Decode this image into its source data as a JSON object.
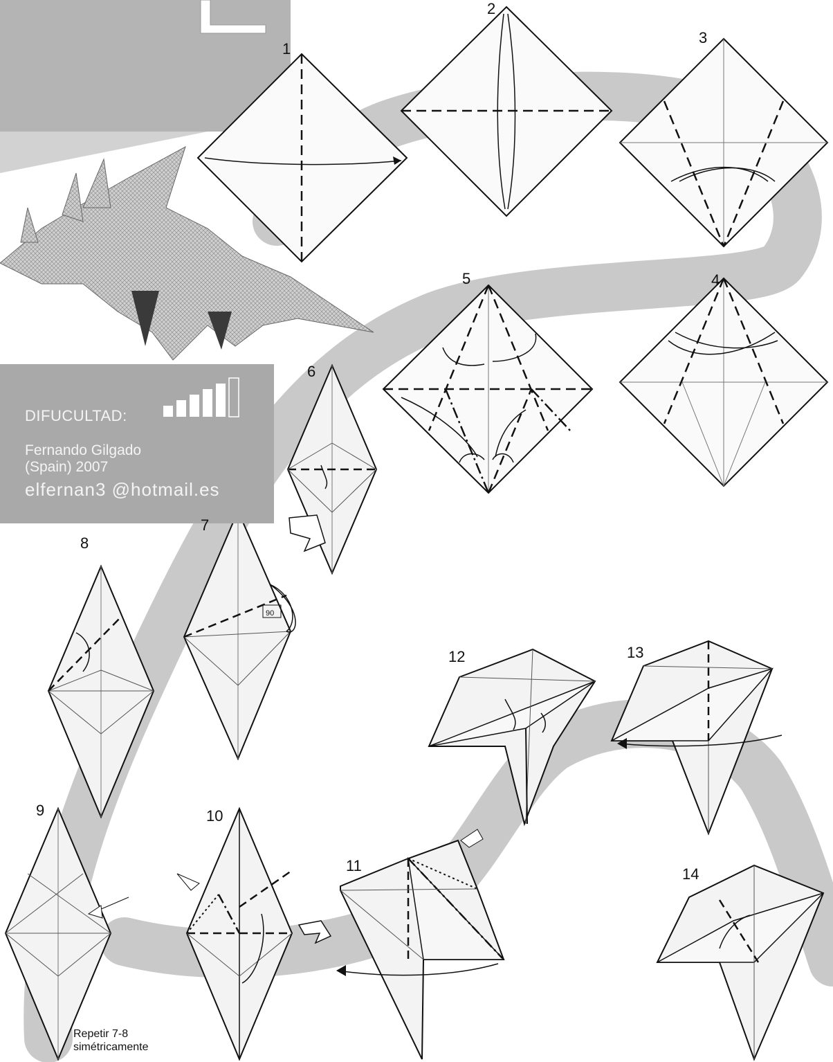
{
  "difficulty": {
    "label": "DIFUCULTAD:",
    "level": 5,
    "max": 6
  },
  "author": {
    "name": "Fernando Gilgado",
    "origin": "(Spain) 2007",
    "email": "elfernan3 @hotmail.es"
  },
  "steps": [
    "1",
    "2",
    "3",
    "4",
    "5",
    "6",
    "7",
    "8",
    "9",
    "10",
    "11",
    "12",
    "13",
    "14"
  ],
  "angle_label": "90",
  "repeat_note": {
    "line1": "Repetir 7-8",
    "line2": "simétricamente"
  },
  "colors": {
    "band": "#c9c9c9",
    "panel": "#a9a9a9",
    "panel_text": "#f4f4f4",
    "paper": "#f3f3f3",
    "ink": "#111111"
  }
}
